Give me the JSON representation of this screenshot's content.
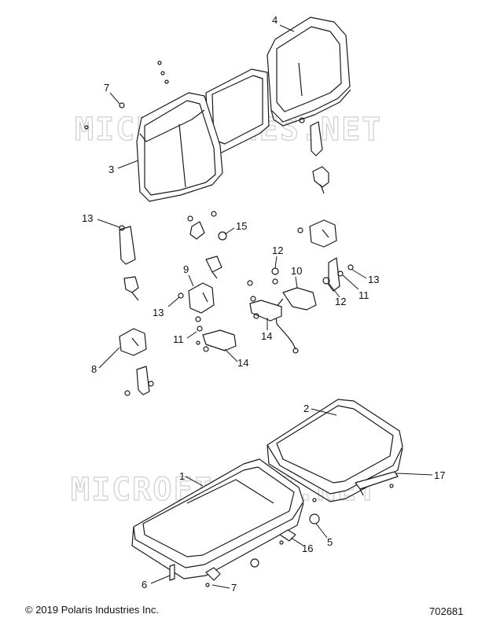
{
  "watermark": "MICROFICHES.NET",
  "copyright": "© 2019 Polaris Industries Inc.",
  "diagram_number": "702681",
  "callouts": {
    "c4": "4",
    "c7a": "7",
    "c3": "3",
    "c13a": "13",
    "c15": "15",
    "c12a": "12",
    "c10": "10",
    "c13b": "13",
    "c12b": "12",
    "c11a": "11",
    "c9": "9",
    "c13c": "13",
    "c11b": "11",
    "c14a": "14",
    "c14b": "14",
    "c8": "8",
    "c2": "2",
    "c17": "17",
    "c1": "1",
    "c5": "5",
    "c16": "16",
    "c6": "6",
    "c7b": "7"
  },
  "colors": {
    "line": "#1a1a1a",
    "watermark": "#cfcfcf"
  }
}
